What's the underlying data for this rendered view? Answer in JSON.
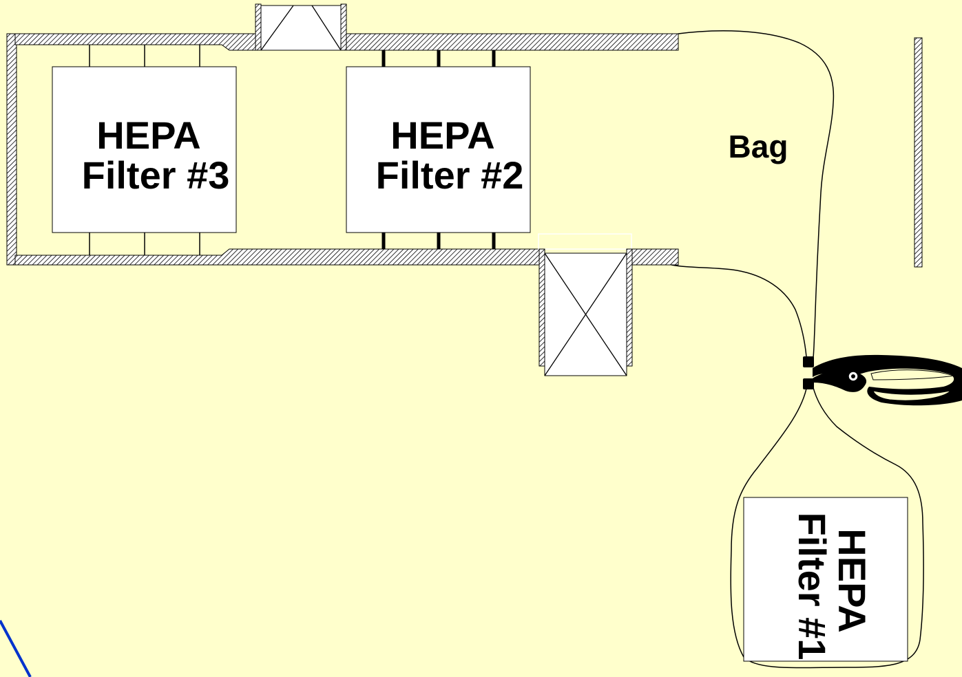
{
  "diagram": {
    "filters": {
      "filter3": {
        "line1": "HEPA",
        "line2": "Filter #3"
      },
      "filter2": {
        "line1": "HEPA",
        "line2": "Filter #2"
      },
      "filter1": {
        "line1": "HEPA",
        "line2": "Filter #1"
      }
    },
    "bag_label": "Bag"
  },
  "colors": {
    "background": "#ffffcc",
    "box_fill": "#ffffff",
    "outline": "#000000",
    "accent_line": "#0033cc"
  },
  "icons": [
    "pliers-clamp-icon"
  ]
}
